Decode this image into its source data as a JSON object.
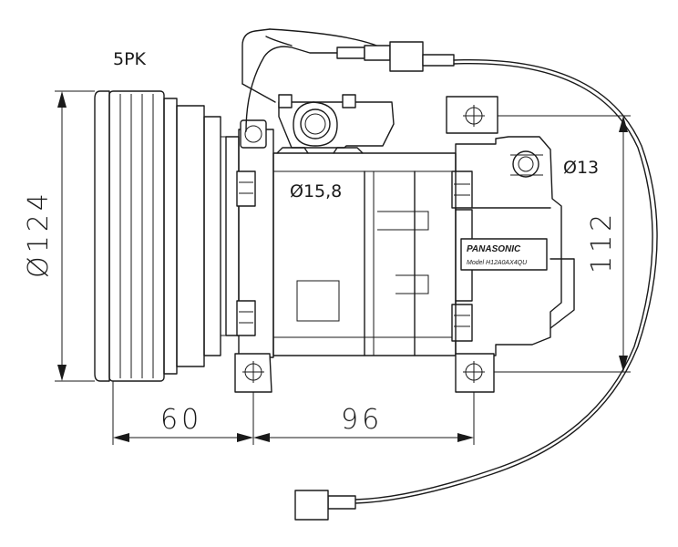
{
  "labels": {
    "belt_type": "5PK",
    "pulley_diameter": "Ø124",
    "suction_port": "Ø15,8",
    "discharge_port": "Ø13",
    "mount_height": "112",
    "pulley_offset": "60",
    "mount_spacing": "96"
  },
  "nameplate": {
    "brand": "PANASONIC",
    "model": "Model H12A0AX4QU"
  }
}
